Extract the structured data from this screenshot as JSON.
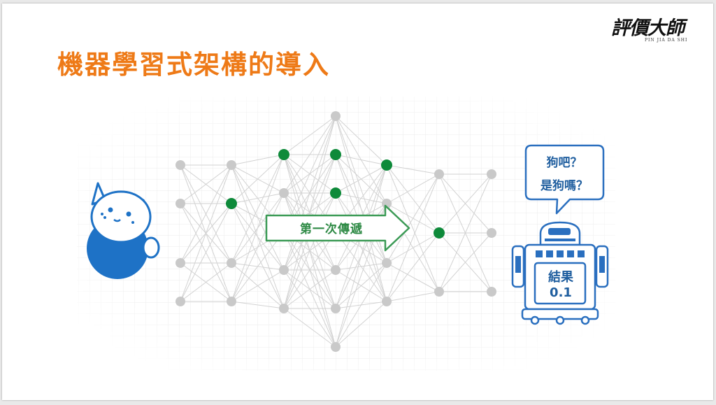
{
  "slide": {
    "title": "機器學習式架構的導入",
    "logo": {
      "main": "評價大師",
      "sub": "PIN JIA DA SHI"
    }
  },
  "diagram": {
    "arrow_label": "第一次傳遞",
    "speech_bubble": {
      "line1": "狗吧？",
      "line2": "是狗嗎？"
    },
    "robot_screen": {
      "line1": "結果",
      "line2": "0.1"
    },
    "colors": {
      "node_active": "#0e8a3a",
      "node_inactive": "#c9c9c9",
      "arrow": "#3b9a55",
      "mascot": "#1e72c6",
      "robot": "#2a6fbf",
      "title": "#ee7a17"
    }
  }
}
